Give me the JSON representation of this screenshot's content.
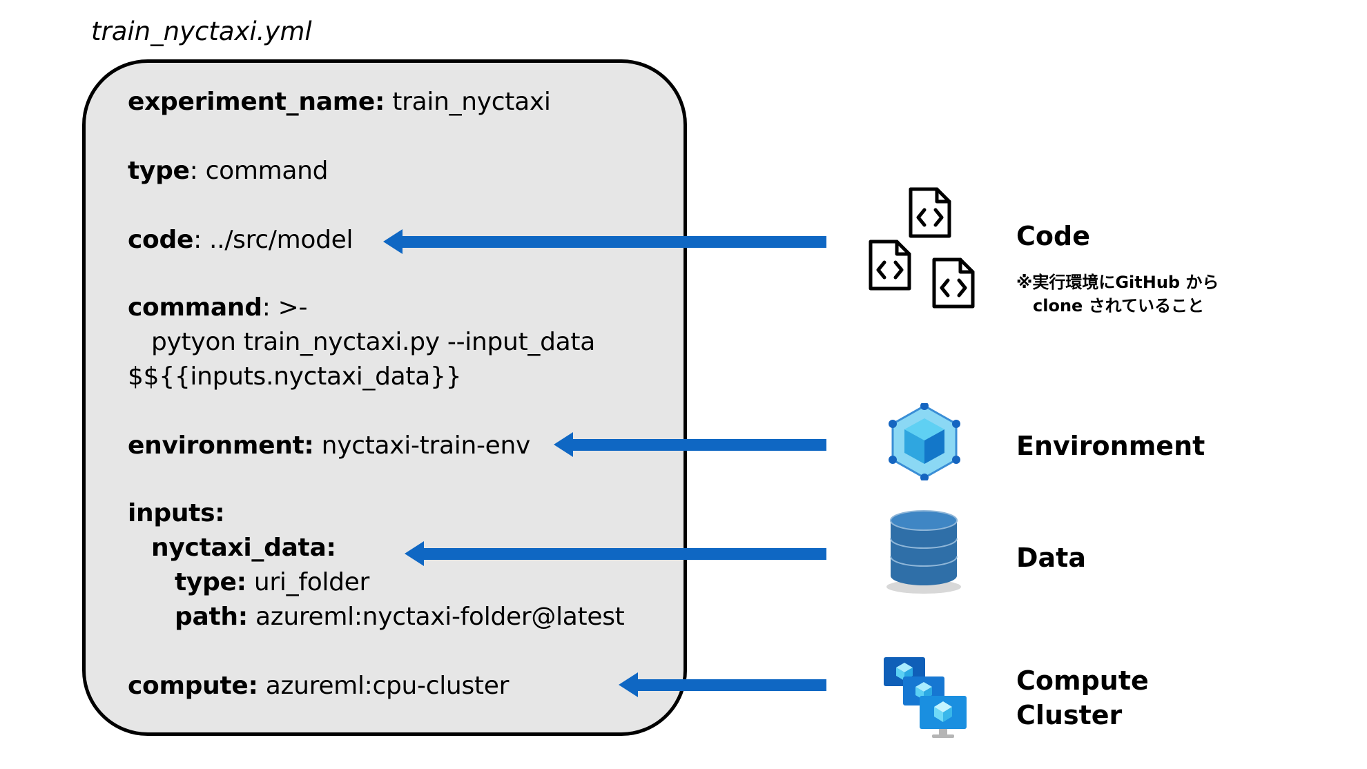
{
  "file_name": "train_nyctaxi.yml",
  "yaml": {
    "experiment_name": {
      "key": "experiment_name:",
      "value": " train_nyctaxi"
    },
    "type": {
      "key": "type",
      "value": ": command"
    },
    "code": {
      "key": "code",
      "value": ": ../src/model"
    },
    "command": {
      "key": "command",
      "value": ": >-",
      "line2": "pytyon train_nyctaxi.py --input_data",
      "line3": "$${{inputs.nyctaxi_data}}"
    },
    "environment": {
      "key": "environment:",
      "value": " nyctaxi-train-env"
    },
    "inputs": {
      "key": "inputs:"
    },
    "nyctaxi_data": {
      "key": "nyctaxi_data:"
    },
    "input_type": {
      "key": "type:",
      "value": " uri_folder"
    },
    "input_path": {
      "key": "path:",
      "value": " azureml:nyctaxi-folder@latest"
    },
    "compute": {
      "key": "compute:",
      "value": " azureml:cpu-cluster"
    }
  },
  "resources": {
    "code": {
      "label": "Code",
      "note_line1": "※実行環境にGitHub から",
      "note_line2": "clone されていること",
      "icon": "code-files-icon"
    },
    "environment": {
      "label": "Environment",
      "icon": "environment-cube-icon"
    },
    "data": {
      "label": "Data",
      "icon": "database-icon"
    },
    "compute": {
      "label_line1": "Compute",
      "label_line2": "Cluster",
      "icon": "compute-cluster-icon"
    }
  },
  "colors": {
    "arrow": "#0f67c3",
    "box_fill": "#e6e6e6",
    "env_cube": "#50c7f0",
    "database": "#2f6fa8",
    "compute": "#1a8fe0"
  }
}
